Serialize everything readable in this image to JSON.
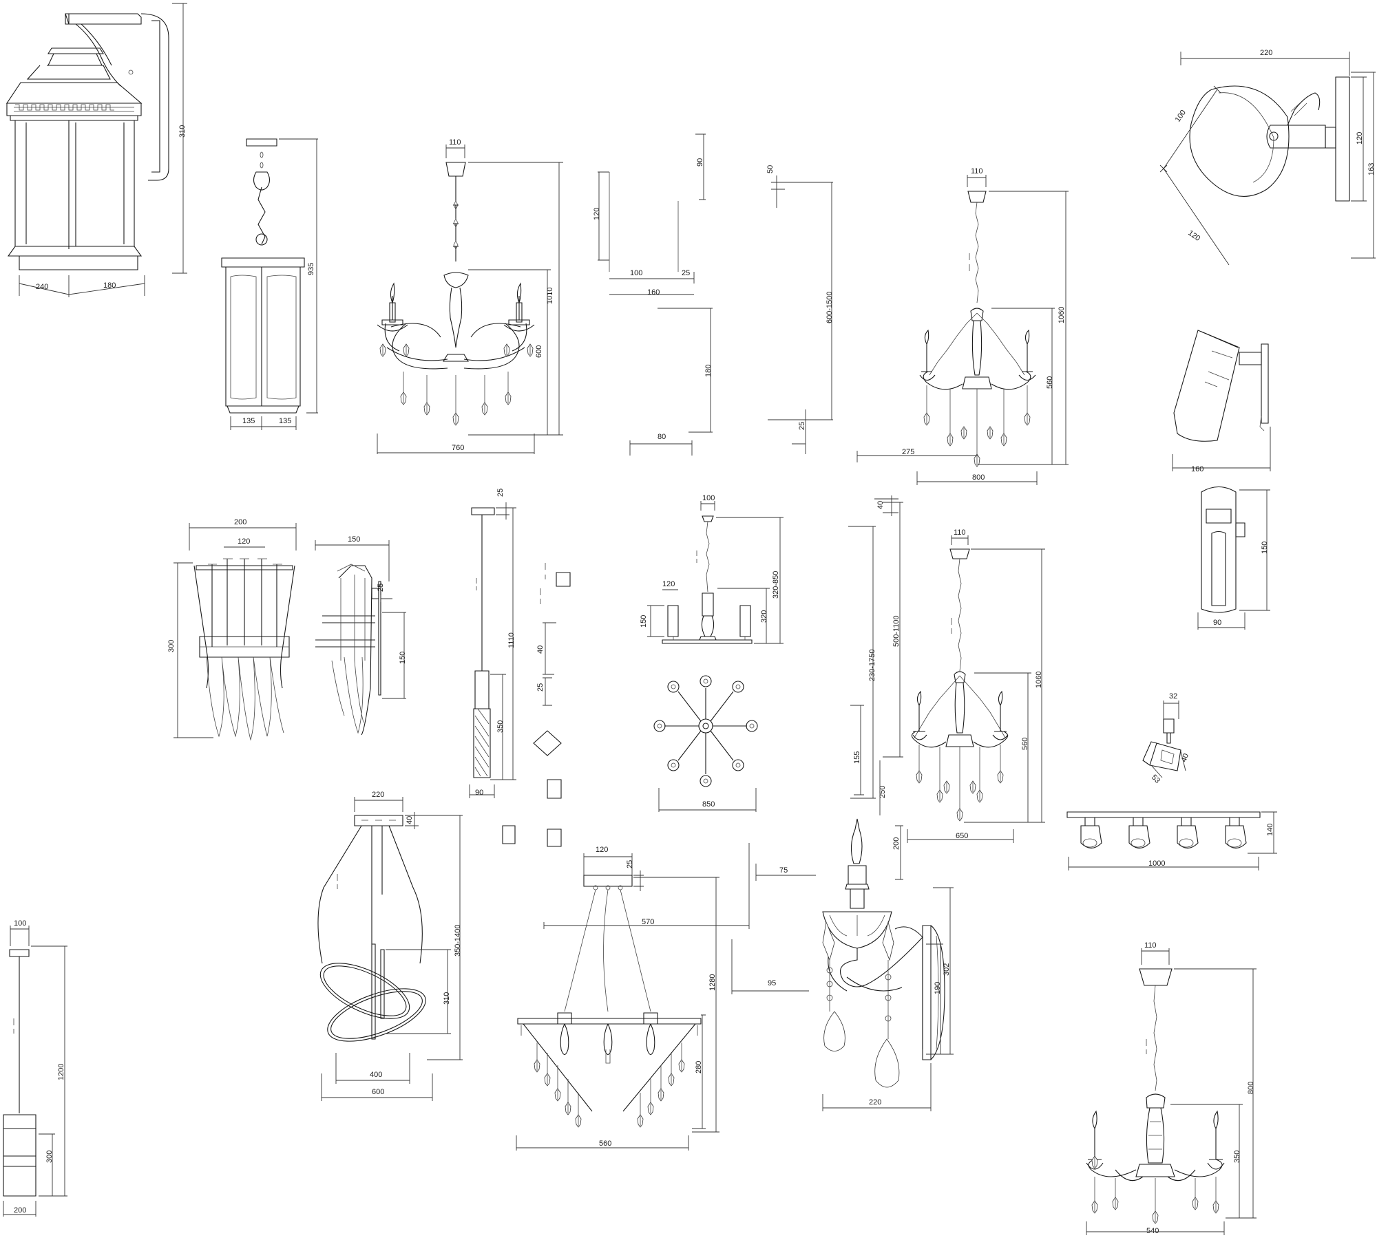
{
  "sheet_title": "",
  "colors": {
    "line": "#1a1a1a",
    "background": "#ffffff"
  },
  "fixtures": [
    {
      "id": "wall-lantern",
      "dimensions": [
        "310",
        "240",
        "180"
      ]
    },
    {
      "id": "pendant-lantern",
      "dimensions": [
        "935",
        "135",
        "135"
      ]
    },
    {
      "id": "chandelier-5-arm-a",
      "dimensions": [
        "110",
        "1010",
        "600",
        "760"
      ]
    },
    {
      "id": "profile-section-a",
      "dimensions": [
        "90",
        "120",
        "100",
        "25",
        "160",
        "180",
        "80"
      ]
    },
    {
      "id": "profile-section-b",
      "dimensions": [
        "50",
        "600-1500",
        "25"
      ]
    },
    {
      "id": "chandelier-5-arm-b",
      "dimensions": [
        "110",
        "1060",
        "560",
        "275",
        "800"
      ]
    },
    {
      "id": "wall-spot-oval",
      "dimensions": [
        "220",
        "100",
        "120",
        "120",
        "163"
      ]
    },
    {
      "id": "wall-spot-angled",
      "dimensions": [
        "160"
      ]
    },
    {
      "id": "wall-spot-cylinder",
      "dimensions": [
        "150",
        "90"
      ]
    },
    {
      "id": "crystal-sconce-front",
      "dimensions": [
        "200",
        "120",
        "300"
      ]
    },
    {
      "id": "crystal-sconce-side",
      "dimensions": [
        "150",
        "25",
        "150"
      ]
    },
    {
      "id": "tube-pendant",
      "dimensions": [
        "25",
        "1110",
        "350",
        "90"
      ]
    },
    {
      "id": "profile-section-c",
      "dimensions": [
        "40",
        "25"
      ]
    },
    {
      "id": "chandelier-3-shade",
      "dimensions": [
        "100",
        "120",
        "150",
        "320-850",
        "320"
      ]
    },
    {
      "id": "chandelier-8-arm-plan",
      "dimensions": [
        "850"
      ]
    },
    {
      "id": "profile-section-d",
      "dimensions": [
        "40",
        "500-1100",
        "230-1750",
        "155",
        "250",
        "200"
      ]
    },
    {
      "id": "chandelier-5-arm-c",
      "dimensions": [
        "110",
        "1060",
        "560",
        "650"
      ]
    },
    {
      "id": "track-spot-single",
      "dimensions": [
        "32",
        "40",
        "53"
      ]
    },
    {
      "id": "track-spot-bar",
      "dimensions": [
        "140",
        "1000"
      ]
    },
    {
      "id": "ring-pendant",
      "dimensions": [
        "220",
        "40",
        "350-1400",
        "310",
        "400",
        "600"
      ]
    },
    {
      "id": "crystal-chandelier",
      "dimensions": [
        "120",
        "25",
        "570",
        "1280",
        "280",
        "560"
      ]
    },
    {
      "id": "profile-section-e",
      "dimensions": [
        "75",
        "95"
      ]
    },
    {
      "id": "crystal-wall-sconce",
      "dimensions": [
        "302",
        "190",
        "220"
      ]
    },
    {
      "id": "cylinder-pendant",
      "dimensions": [
        "100",
        "1200",
        "300",
        "200"
      ]
    },
    {
      "id": "chandelier-5-arm-d",
      "dimensions": [
        "110",
        "800",
        "350",
        "540"
      ]
    }
  ]
}
